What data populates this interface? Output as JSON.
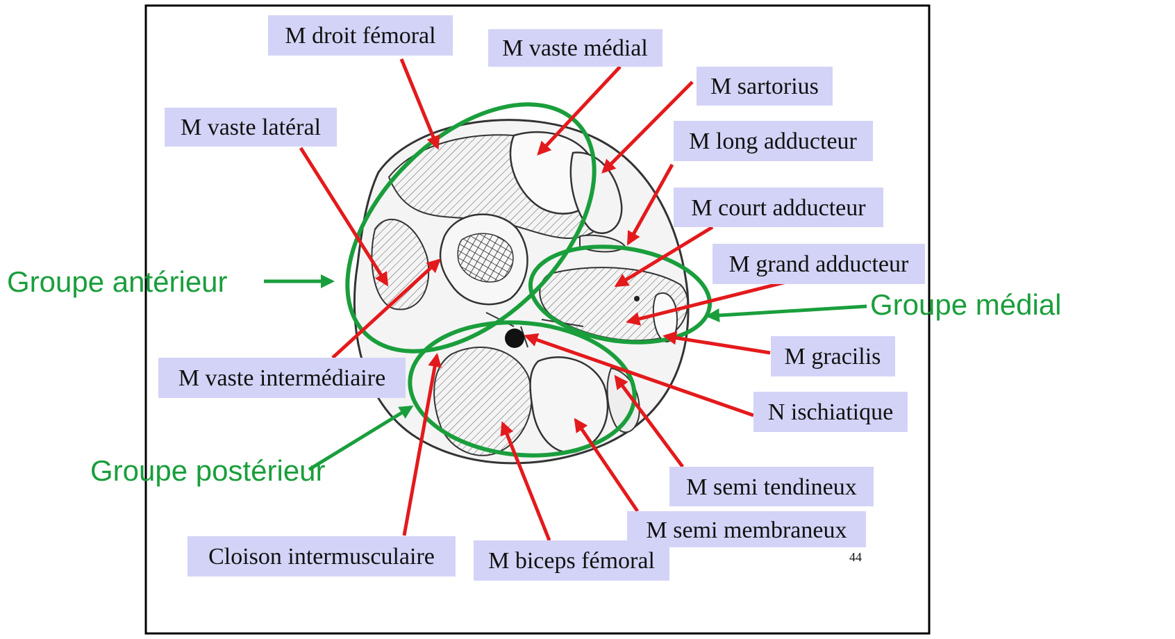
{
  "labels": {
    "droit_femoral": "M droit fémoral",
    "vaste_medial": "M vaste médial",
    "sartorius": "M sartorius",
    "vaste_lateral": "M vaste latéral",
    "long_adducteur": "M long adducteur",
    "court_adducteur": "M court adducteur",
    "grand_adducteur": "M grand adducteur",
    "gracilis": "M gracilis",
    "n_ischiatique": "N ischiatique",
    "vaste_intermediaire": "M vaste intermédiaire",
    "semi_tendineux": "M semi tendineux",
    "semi_membraneux": "M semi membraneux",
    "cloison": "Cloison intermusculaire",
    "biceps_femoral": "M biceps fémoral"
  },
  "groups": {
    "anterieur": "Groupe  antérieur",
    "medial": "Groupe  médial",
    "posterieur": "Groupe  postérieur"
  },
  "page_number": "44",
  "colors": {
    "label_bg": "#d3d3f7",
    "arrow": "#e31a1c",
    "group": "#1a9e3c",
    "frame": "#000000",
    "sketch": "#333333"
  }
}
